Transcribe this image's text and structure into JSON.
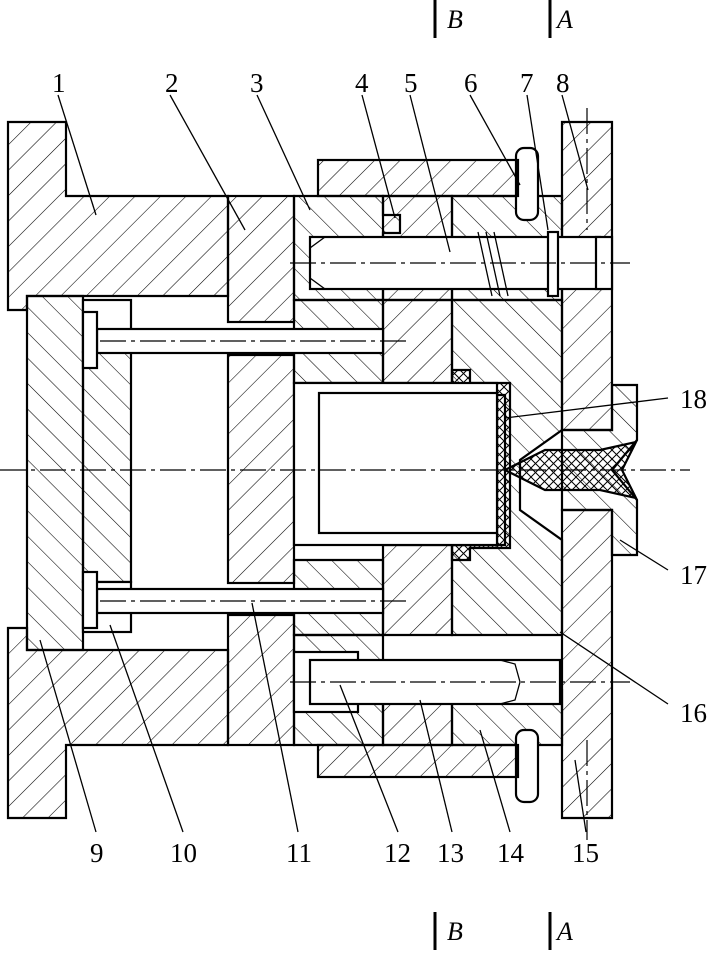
{
  "section_marks": {
    "top_b": "B",
    "top_a": "A",
    "bottom_b": "B",
    "bottom_a": "A"
  },
  "callouts": [
    "1",
    "2",
    "3",
    "4",
    "5",
    "6",
    "7",
    "8",
    "9",
    "10",
    "11",
    "12",
    "13",
    "14",
    "15",
    "16",
    "17",
    "18"
  ]
}
